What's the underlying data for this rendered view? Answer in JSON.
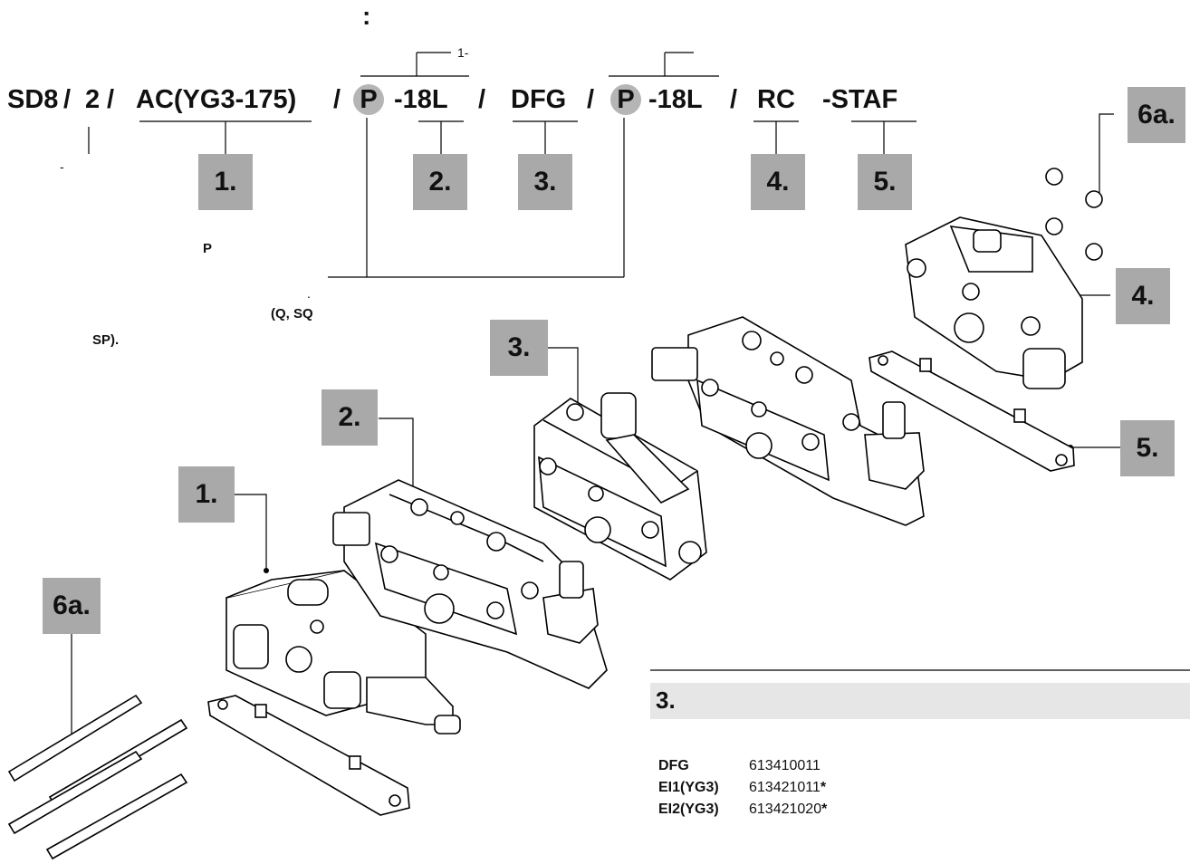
{
  "heading": {
    "colon": ":"
  },
  "code_line": {
    "sd8": "SD8",
    "slash1": "/",
    "two": "2",
    "slash2": "/",
    "ac": "AC(YG3-175)",
    "slash3": "/",
    "p1": "P",
    "l1": "-18L",
    "slash4": "/",
    "dfg": "DFG",
    "slash5": "/",
    "p2": "P",
    "l2": "-18L",
    "slash6": "/",
    "rc": "RC",
    "staf": "-STAF"
  },
  "bracket_note": "1-",
  "dash_note": "-",
  "notes": {
    "p_label": "P",
    "dot": ".",
    "options_line": "(Q, SQ",
    "sp_line": "SP)."
  },
  "labels": {
    "one": "1.",
    "two": "2.",
    "three": "3.",
    "four": "4.",
    "five": "5.",
    "six_a": "6a."
  },
  "section": {
    "title": "3.",
    "rows": [
      {
        "name": "DFG",
        "code": "613410011",
        "mark": ""
      },
      {
        "name": "EI1(YG3)",
        "code": "613421011",
        "mark": "*"
      },
      {
        "name": "EI2(YG3)",
        "code": "613421020",
        "mark": "*"
      }
    ],
    "header_bg": "#e6e6e6"
  },
  "colors": {
    "label_box": "#a9a9a9",
    "p_circle": "#b5b5b5",
    "line": "#000000"
  }
}
